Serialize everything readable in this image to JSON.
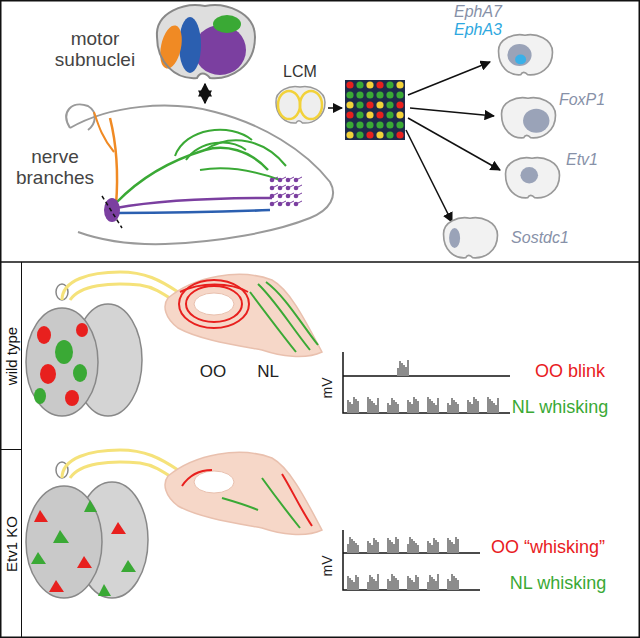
{
  "diagram": {
    "nodes": [
      {
        "text": [
          "wild type"
        ]
      },
      {
        "text": [
          "Etv1 KO"
        ]
      }
    ],
    "labels": [
      "motor subnuclei",
      "nerve branches",
      "LCM",
      "EphA7",
      "EphA3",
      "FoxP1",
      "Etv1",
      "Sostdc1",
      "OO",
      "NL",
      "mV",
      "OO blink",
      "NL whisking",
      "mV",
      "OO “whisking”",
      "NL whisking"
    ]
  }
}
